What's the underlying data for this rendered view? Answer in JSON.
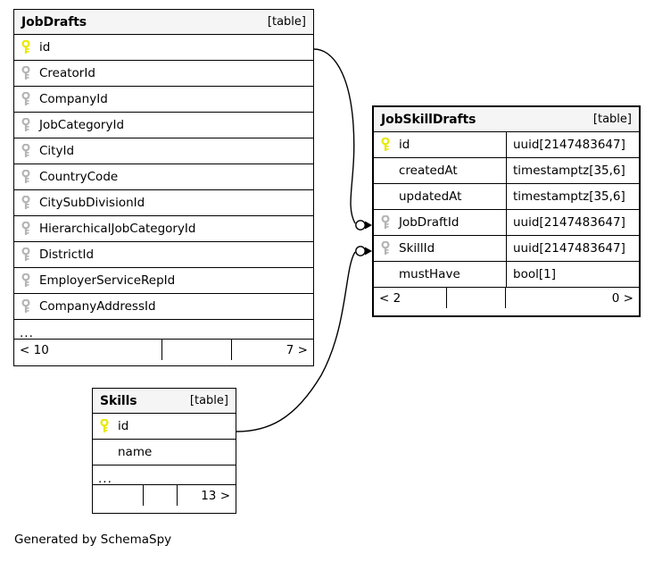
{
  "diagram": {
    "kind": "entity-relationship-diagram",
    "generator_credit": "Generated by SchemaSpy",
    "table_tag": "[table]",
    "colors": {
      "primary_key": "#e8e800",
      "foreign_key": "#b4b4b4",
      "header_background": "#f5f5f5",
      "border": "#000000",
      "background": "#ffffff"
    }
  },
  "tables": {
    "jobdrafts": {
      "name": "JobDrafts",
      "tag": "[table]",
      "columns": [
        {
          "name": "id",
          "key": "primary",
          "type": ""
        },
        {
          "name": "CreatorId",
          "key": "foreign",
          "type": ""
        },
        {
          "name": "CompanyId",
          "key": "foreign",
          "type": ""
        },
        {
          "name": "JobCategoryId",
          "key": "foreign",
          "type": ""
        },
        {
          "name": "CityId",
          "key": "foreign",
          "type": ""
        },
        {
          "name": "CountryCode",
          "key": "foreign",
          "type": ""
        },
        {
          "name": "CitySubDivisionId",
          "key": "foreign",
          "type": ""
        },
        {
          "name": "HierarchicalJobCategoryId",
          "key": "foreign",
          "type": ""
        },
        {
          "name": "DistrictId",
          "key": "foreign",
          "type": ""
        },
        {
          "name": "EmployerServiceRepId",
          "key": "foreign",
          "type": ""
        },
        {
          "name": "CompanyAddressId",
          "key": "foreign",
          "type": ""
        }
      ],
      "more_indicator": "...",
      "footer": {
        "left": "< 10",
        "middle": "",
        "right": "7 >"
      }
    },
    "jobskilldrafts": {
      "name": "JobSkillDrafts",
      "tag": "[table]",
      "columns": [
        {
          "name": "id",
          "key": "primary",
          "type": "uuid[2147483647]"
        },
        {
          "name": "createdAt",
          "key": "none",
          "type": "timestamptz[35,6]"
        },
        {
          "name": "updatedAt",
          "key": "none",
          "type": "timestamptz[35,6]"
        },
        {
          "name": "JobDraftId",
          "key": "foreign",
          "type": "uuid[2147483647]"
        },
        {
          "name": "SkillId",
          "key": "foreign",
          "type": "uuid[2147483647]"
        },
        {
          "name": "mustHave",
          "key": "none",
          "type": "bool[1]"
        }
      ],
      "footer": {
        "left": "< 2",
        "middle": "",
        "right": "0 >"
      }
    },
    "skills": {
      "name": "Skills",
      "tag": "[table]",
      "columns": [
        {
          "name": "id",
          "key": "primary",
          "type": ""
        },
        {
          "name": "name",
          "key": "none",
          "type": ""
        }
      ],
      "more_indicator": "...",
      "footer": {
        "left": "",
        "middle": "",
        "right": "13 >"
      }
    }
  },
  "relationships": [
    {
      "name": "jobdrafts-id-to-jobskilldrafts-jobdraftid",
      "from_table": "JobDrafts",
      "from_column": "id",
      "to_table": "JobSkillDrafts",
      "to_column": "JobDraftId",
      "cardinality": "zero-or-more"
    },
    {
      "name": "skills-id-to-jobskilldrafts-skillid",
      "from_table": "Skills",
      "from_column": "id",
      "to_table": "JobSkillDrafts",
      "to_column": "SkillId",
      "cardinality": "zero-or-more"
    }
  ]
}
